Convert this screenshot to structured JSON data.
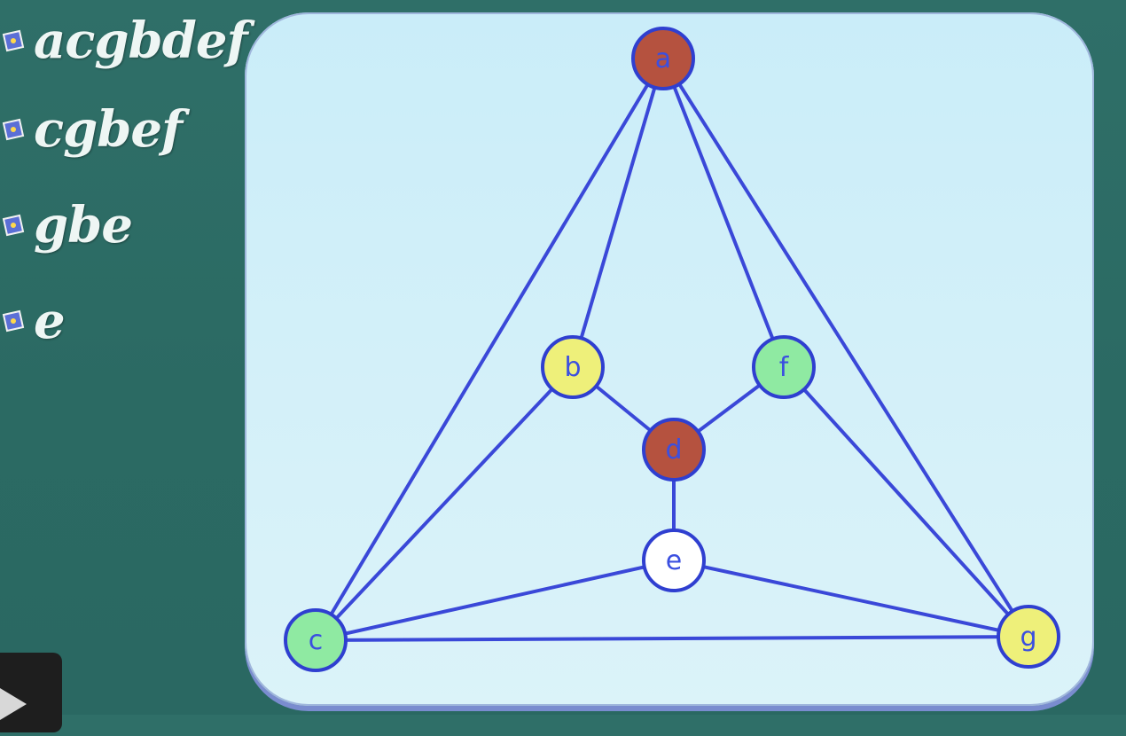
{
  "bullets": [
    {
      "text": "acgbdef"
    },
    {
      "text": "cgbef"
    },
    {
      "text": "gbe"
    },
    {
      "text": "e"
    }
  ],
  "graph": {
    "nodes": [
      {
        "id": "a",
        "label": "a",
        "color": "#b5523f"
      },
      {
        "id": "b",
        "label": "b",
        "color": "#eef07a"
      },
      {
        "id": "f",
        "label": "f",
        "color": "#8feaa2"
      },
      {
        "id": "d",
        "label": "d",
        "color": "#b5523f"
      },
      {
        "id": "e",
        "label": "e",
        "color": "#ffffff"
      },
      {
        "id": "c",
        "label": "c",
        "color": "#8feaa2"
      },
      {
        "id": "g",
        "label": "g",
        "color": "#eef07a"
      }
    ],
    "edges": [
      [
        "a",
        "b"
      ],
      [
        "a",
        "f"
      ],
      [
        "a",
        "c"
      ],
      [
        "a",
        "g"
      ],
      [
        "b",
        "d"
      ],
      [
        "f",
        "d"
      ],
      [
        "d",
        "e"
      ],
      [
        "b",
        "c"
      ],
      [
        "f",
        "g"
      ],
      [
        "e",
        "c"
      ],
      [
        "e",
        "g"
      ],
      [
        "c",
        "g"
      ]
    ],
    "edge_color": "#3a48d8",
    "node_stroke": "#2f3fd0"
  }
}
